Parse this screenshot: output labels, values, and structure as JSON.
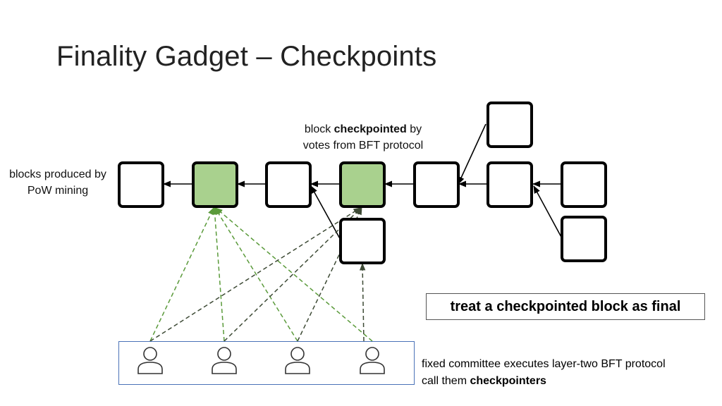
{
  "title": "Finality Gadget – Checkpoints",
  "labels": {
    "pow_line1": "blocks produced by",
    "pow_line2": "PoW mining",
    "cp_pre": "block ",
    "cp_bold": "checkpointed",
    "cp_post": " by",
    "cp_line2": "votes from BFT protocol",
    "final": "treat a checkpointed block as final",
    "committee_line1": "fixed committee executes layer-two BFT protocol",
    "committee_pre": "call them ",
    "committee_bold": "checkpointers"
  },
  "colors": {
    "checkpointed_fill": "#a9d18e",
    "green_arrow": "#5a9a3a",
    "dark_arrow": "#3d4a35",
    "committee_border": "#4a72b8"
  },
  "icons": [
    "person-icon",
    "person-icon",
    "person-icon",
    "person-icon"
  ]
}
